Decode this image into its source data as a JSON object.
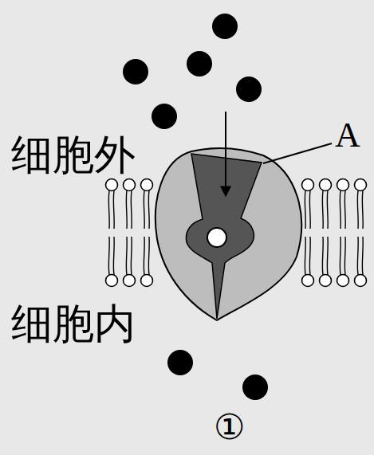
{
  "diagram": {
    "labels": [
      "细胞外",
      "A",
      "细胞内",
      "①"
    ]
  }
}
